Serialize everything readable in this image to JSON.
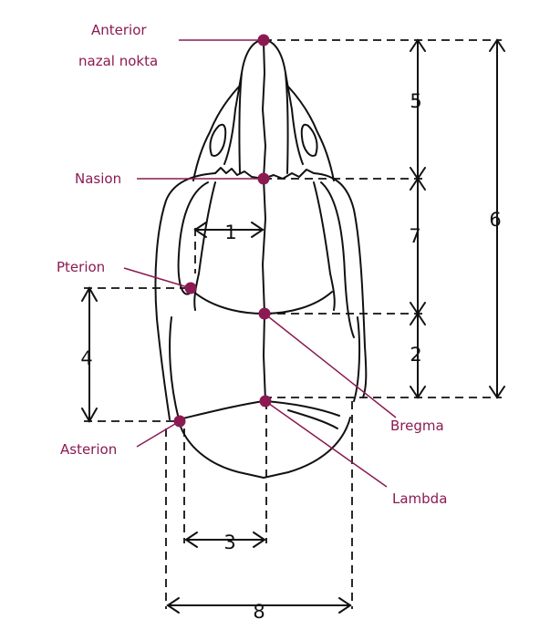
{
  "colors": {
    "landmark": "#8b1a52",
    "outline": "#111111",
    "background": "#ffffff"
  },
  "landmarks": {
    "anterior_line1": "Anterior",
    "anterior_line2": "nazal nokta",
    "nasion": "Nasion",
    "pterion": "Pterion",
    "asterion": "Asterion",
    "bregma": "Bregma",
    "lambda": "Lambda"
  },
  "measurements": [
    "1",
    "2",
    "3",
    "4",
    "5",
    "6",
    "7",
    "8"
  ]
}
